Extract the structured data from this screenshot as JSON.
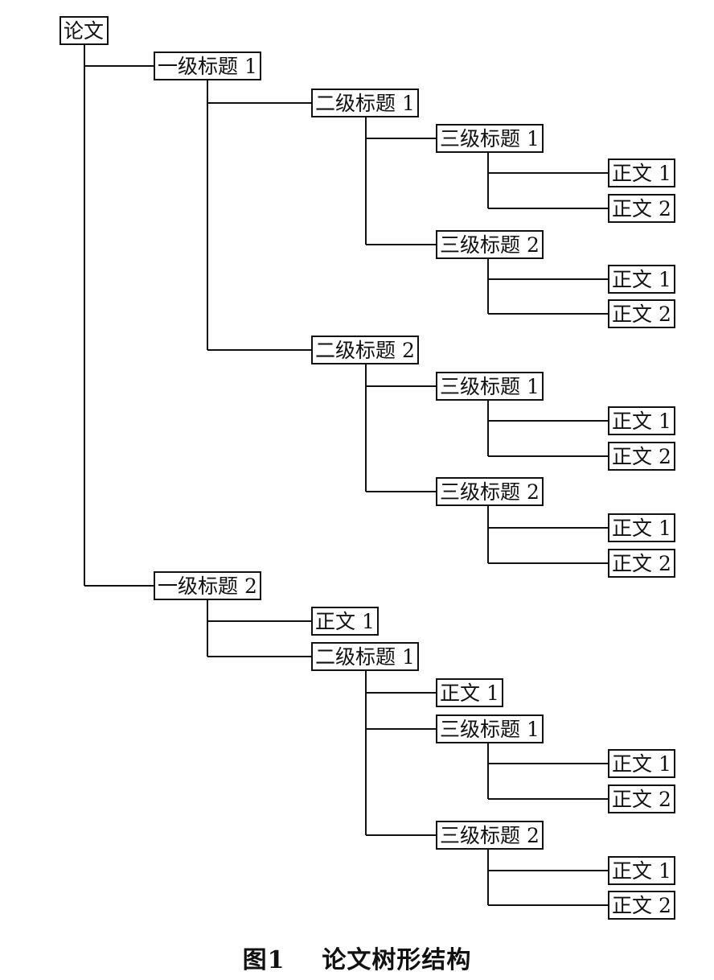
{
  "diagram": {
    "root": {
      "label": "论文",
      "children": [
        {
          "label": "一级标题 1",
          "children": [
            {
              "label": "二级标题 1",
              "children": [
                {
                  "label": "三级标题 1",
                  "children": [
                    {
                      "label": "正文 1"
                    },
                    {
                      "label": "正文 2"
                    }
                  ]
                },
                {
                  "label": "三级标题 2",
                  "children": [
                    {
                      "label": "正文 1"
                    },
                    {
                      "label": "正文 2"
                    }
                  ]
                }
              ]
            },
            {
              "label": "二级标题 2",
              "children": [
                {
                  "label": "三级标题 1",
                  "children": [
                    {
                      "label": "正文 1"
                    },
                    {
                      "label": "正文 2"
                    }
                  ]
                },
                {
                  "label": "三级标题 2",
                  "children": [
                    {
                      "label": "正文 1"
                    },
                    {
                      "label": "正文 2"
                    }
                  ]
                }
              ]
            }
          ]
        },
        {
          "label": "一级标题 2",
          "children": [
            {
              "label": "正文 1"
            },
            {
              "label": "二级标题 1",
              "children": [
                {
                  "label": "正文 1"
                },
                {
                  "label": "三级标题 1",
                  "children": [
                    {
                      "label": "正文 1"
                    },
                    {
                      "label": "正文 2"
                    }
                  ]
                },
                {
                  "label": "三级标题 2",
                  "children": [
                    {
                      "label": "正文 1"
                    },
                    {
                      "label": "正文 2"
                    }
                  ]
                }
              ]
            }
          ]
        }
      ]
    }
  },
  "caption": {
    "figure_label": "图1",
    "title": "论文树形结构"
  }
}
